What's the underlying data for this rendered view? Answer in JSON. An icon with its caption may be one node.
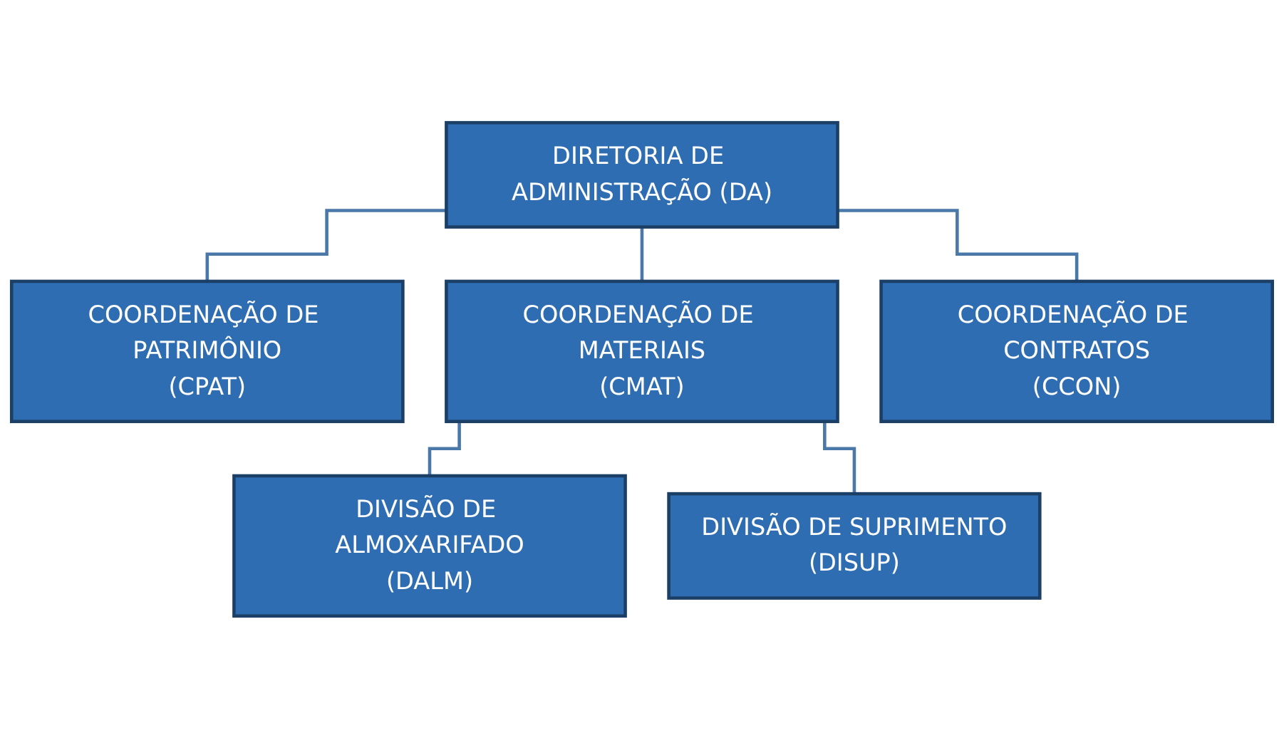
{
  "diagram": {
    "nodes": [
      {
        "text": [
          "DIRETORIA DE ADMINISTRAÇÃO (DA)"
        ]
      },
      {
        "text": [
          "COORDENAÇÃO DE PATRIMÔNIO",
          "(CPAT)"
        ]
      },
      {
        "text": [
          "COORDENAÇÃO DE MATERIAIS",
          "(CMAT)"
        ]
      },
      {
        "text": [
          "COORDENAÇÃO DE CONTRATOS",
          "(CCON)"
        ]
      },
      {
        "text": [
          "DIVISÃO DE ALMOXARIFADO",
          "(DALM)"
        ]
      },
      {
        "text": [
          "DIVISÃO DE SUPRIMENTO",
          "(DISUP)"
        ]
      }
    ],
    "edges": [
      {
        "from": 0,
        "to": 1,
        "arrow": "none"
      },
      {
        "from": 0,
        "to": 2,
        "arrow": "none"
      },
      {
        "from": 0,
        "to": 3,
        "arrow": "none"
      },
      {
        "from": 2,
        "to": 4,
        "arrow": "none"
      },
      {
        "from": 2,
        "to": 5,
        "arrow": "none"
      }
    ]
  }
}
